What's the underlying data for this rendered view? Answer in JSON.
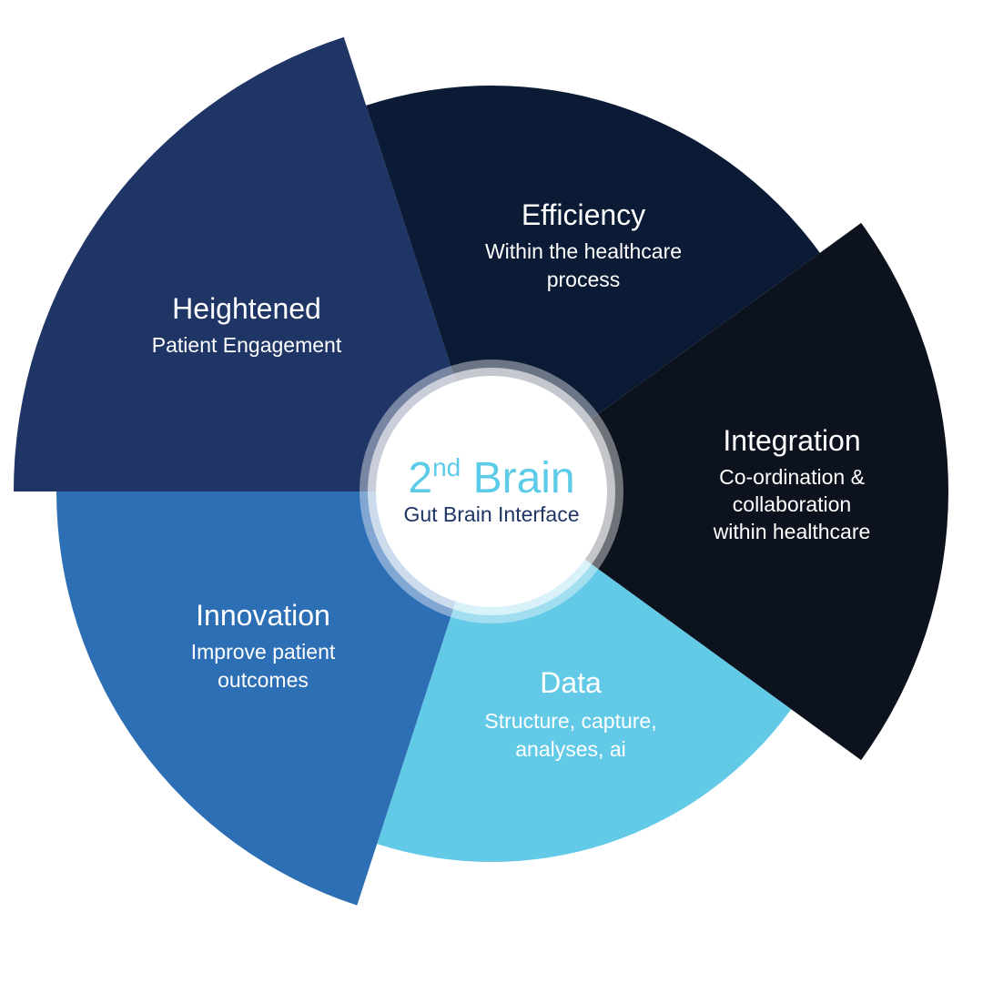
{
  "center": {
    "title_main": "2",
    "title_sup": "nd",
    "title_rest": " Brain",
    "subtitle": "Gut Brain Interface"
  },
  "segments": [
    {
      "id": "heightened",
      "title": "Heightened",
      "lines": [
        "Patient Engagement"
      ],
      "color": "#1f3566"
    },
    {
      "id": "efficiency",
      "title": "Efficiency",
      "lines": [
        "Within the healthcare",
        "process"
      ],
      "color": "#0b1a35"
    },
    {
      "id": "integration",
      "title": "Integration",
      "lines": [
        "Co-ordination &",
        "collaboration",
        "within healthcare"
      ],
      "color": "#0d131e"
    },
    {
      "id": "data",
      "title": "Data",
      "lines": [
        "Structure, capture,",
        "analyses, ai"
      ],
      "color": "#62c9e6"
    },
    {
      "id": "innovation",
      "title": "Innovation",
      "lines": [
        "Improve patient",
        "outcomes"
      ],
      "color": "#2d6fb5"
    }
  ]
}
